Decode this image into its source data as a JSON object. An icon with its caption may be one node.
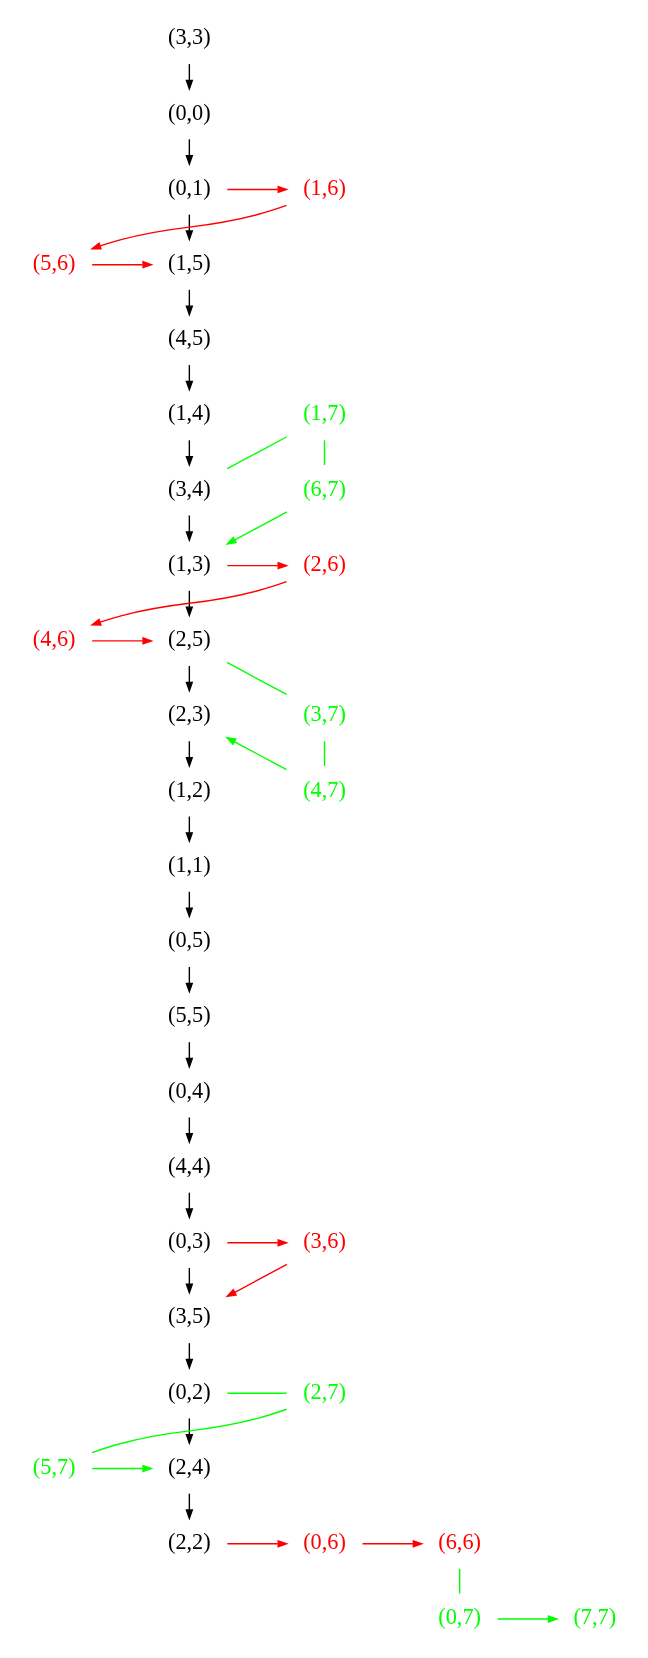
{
  "diagram": {
    "nodes": [
      {
        "text": [
          "(3,3)"
        ]
      },
      {
        "text": [
          "(0,0)"
        ]
      },
      {
        "text": [
          "(0,1)"
        ]
      },
      {
        "text": [
          "(1,6)"
        ]
      },
      {
        "text": [
          "(5,6)"
        ]
      },
      {
        "text": [
          "(1,5)"
        ]
      },
      {
        "text": [
          "(4,5)"
        ]
      },
      {
        "text": [
          "(1,4)"
        ]
      },
      {
        "text": [
          "(1,7)"
        ]
      },
      {
        "text": [
          "(3,4)"
        ]
      },
      {
        "text": [
          "(6,7)"
        ]
      },
      {
        "text": [
          "(1,3)"
        ]
      },
      {
        "text": [
          "(2,6)"
        ]
      },
      {
        "text": [
          "(4,6)"
        ]
      },
      {
        "text": [
          "(2,5)"
        ]
      },
      {
        "text": [
          "(2,3)"
        ]
      },
      {
        "text": [
          "(3,7)"
        ]
      },
      {
        "text": [
          "(1,2)"
        ]
      },
      {
        "text": [
          "(4,7)"
        ]
      },
      {
        "text": [
          "(1,1)"
        ]
      },
      {
        "text": [
          "(0,5)"
        ]
      },
      {
        "text": [
          "(5,5)"
        ]
      },
      {
        "text": [
          "(0,4)"
        ]
      },
      {
        "text": [
          "(4,4)"
        ]
      },
      {
        "text": [
          "(0,3)"
        ]
      },
      {
        "text": [
          "(3,6)"
        ]
      },
      {
        "text": [
          "(3,5)"
        ]
      },
      {
        "text": [
          "(0,2)"
        ]
      },
      {
        "text": [
          "(2,7)"
        ]
      },
      {
        "text": [
          "(2,4)"
        ]
      },
      {
        "text": [
          "(5,7)"
        ]
      },
      {
        "text": [
          "(2,2)"
        ]
      },
      {
        "text": [
          "(0,6)"
        ]
      },
      {
        "text": [
          "(6,6)"
        ]
      },
      {
        "text": [
          "(0,7)"
        ]
      },
      {
        "text": [
          "(7,7)"
        ]
      }
    ],
    "edges": [
      {
        "from": 0,
        "to": 1,
        "arrow": "to"
      },
      {
        "from": 1,
        "to": 2,
        "arrow": "to"
      },
      {
        "from": 2,
        "to": 5,
        "arrow": "to"
      },
      {
        "from": 5,
        "to": 6,
        "arrow": "to"
      },
      {
        "from": 6,
        "to": 7,
        "arrow": "to"
      },
      {
        "from": 7,
        "to": 9,
        "arrow": "to"
      },
      {
        "from": 9,
        "to": 11,
        "arrow": "to"
      },
      {
        "from": 11,
        "to": 14,
        "arrow": "to"
      },
      {
        "from": 14,
        "to": 15,
        "arrow": "to"
      },
      {
        "from": 15,
        "to": 17,
        "arrow": "to"
      },
      {
        "from": 17,
        "to": 19,
        "arrow": "to"
      },
      {
        "from": 19,
        "to": 20,
        "arrow": "to"
      },
      {
        "from": 20,
        "to": 21,
        "arrow": "to"
      },
      {
        "from": 21,
        "to": 22,
        "arrow": "to"
      },
      {
        "from": 22,
        "to": 23,
        "arrow": "to"
      },
      {
        "from": 23,
        "to": 24,
        "arrow": "to"
      },
      {
        "from": 24,
        "to": 26,
        "arrow": "to"
      },
      {
        "from": 26,
        "to": 27,
        "arrow": "to"
      },
      {
        "from": 27,
        "to": 29,
        "arrow": "to"
      },
      {
        "from": 29,
        "to": 31,
        "arrow": "to"
      },
      {
        "from": 2,
        "to": 3,
        "arrow": "to",
        "color": "#ff0000"
      },
      {
        "from": 3,
        "to": 4,
        "arrow": "to",
        "color": "#ff0000"
      },
      {
        "from": 4,
        "to": 5,
        "arrow": "to",
        "color": "#ff0000"
      },
      {
        "from": 9,
        "to": 8,
        "arrow": "none",
        "color": "#00ff00"
      },
      {
        "from": 8,
        "to": 10,
        "arrow": "none",
        "color": "#00ff00"
      },
      {
        "from": 10,
        "to": 11,
        "arrow": "to",
        "color": "#00ff00"
      },
      {
        "from": 11,
        "to": 12,
        "arrow": "to",
        "color": "#ff0000"
      },
      {
        "from": 12,
        "to": 13,
        "arrow": "to",
        "color": "#ff0000"
      },
      {
        "from": 13,
        "to": 14,
        "arrow": "to",
        "color": "#ff0000"
      },
      {
        "from": 14,
        "to": 16,
        "arrow": "none",
        "color": "#00ff00"
      },
      {
        "from": 16,
        "to": 18,
        "arrow": "none",
        "color": "#00ff00"
      },
      {
        "from": 18,
        "to": 15,
        "arrow": "to",
        "color": "#00ff00"
      },
      {
        "from": 24,
        "to": 25,
        "arrow": "to",
        "color": "#ff0000"
      },
      {
        "from": 25,
        "to": 26,
        "arrow": "to",
        "color": "#ff0000"
      },
      {
        "from": 27,
        "to": 28,
        "arrow": "none",
        "color": "#00ff00"
      },
      {
        "from": 28,
        "to": 30,
        "arrow": "none",
        "color": "#00ff00"
      },
      {
        "from": 30,
        "to": 29,
        "arrow": "to",
        "color": "#00ff00"
      },
      {
        "from": 31,
        "to": 32,
        "arrow": "to",
        "color": "#ff0000"
      },
      {
        "from": 32,
        "to": 33,
        "arrow": "to",
        "color": "#ff0000"
      },
      {
        "from": 33,
        "to": 34,
        "arrow": "none",
        "color": "#00ff00"
      },
      {
        "from": 34,
        "to": 35,
        "arrow": "to",
        "color": "#00ff00"
      }
    ]
  }
}
